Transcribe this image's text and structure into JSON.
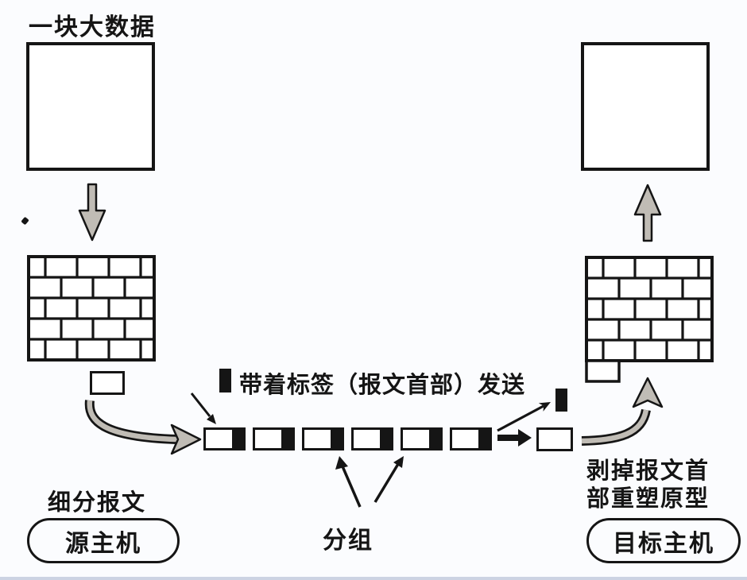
{
  "diagram": {
    "title": "一块大数据",
    "legend": "带着标签（报文首部）发送",
    "group_label": "分组",
    "subdivide_label": "细分报文",
    "source_host": "源主机",
    "strip_line1": "剥掉报文首",
    "strip_line2": "部重塑原型",
    "dest_host": "目标主机",
    "packet_count": 6
  },
  "colors": {
    "ink": "#151515",
    "arrow_fill": "#c0bcb5",
    "background": "#fbfcfe"
  }
}
